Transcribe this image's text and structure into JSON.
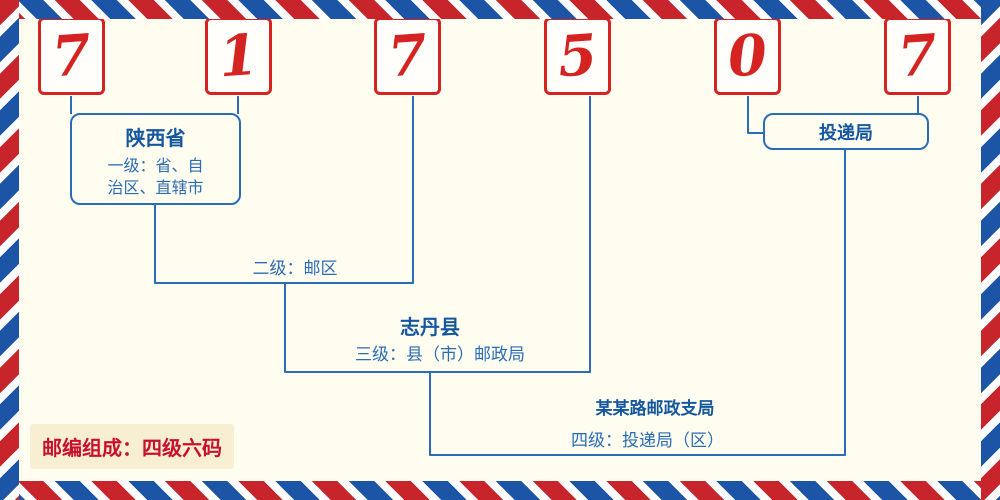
{
  "diagram": {
    "digits": [
      "7",
      "1",
      "7",
      "5",
      "0",
      "7"
    ],
    "level1": {
      "region": "陕西省",
      "desc_lines": [
        "一级：省、自",
        "治区、直辖市"
      ]
    },
    "level2": {
      "label": "二级：邮区"
    },
    "level3": {
      "region": "志丹县",
      "label": "三级：县（市）邮政局"
    },
    "level4": {
      "office": "某某路邮政支局",
      "label": "四级：投递局（区）",
      "delivery": "投递局"
    },
    "footer": {
      "composition": "邮编组成：四级六码"
    },
    "colors": {
      "digit_red": "#D42321",
      "line_blue": "#2A6CB5",
      "text_blue": "#15579F",
      "accent_red": "#C8102E",
      "stripe_red": "#C8242C",
      "stripe_blue": "#1C55A5",
      "background": "#FFFDF0"
    }
  }
}
